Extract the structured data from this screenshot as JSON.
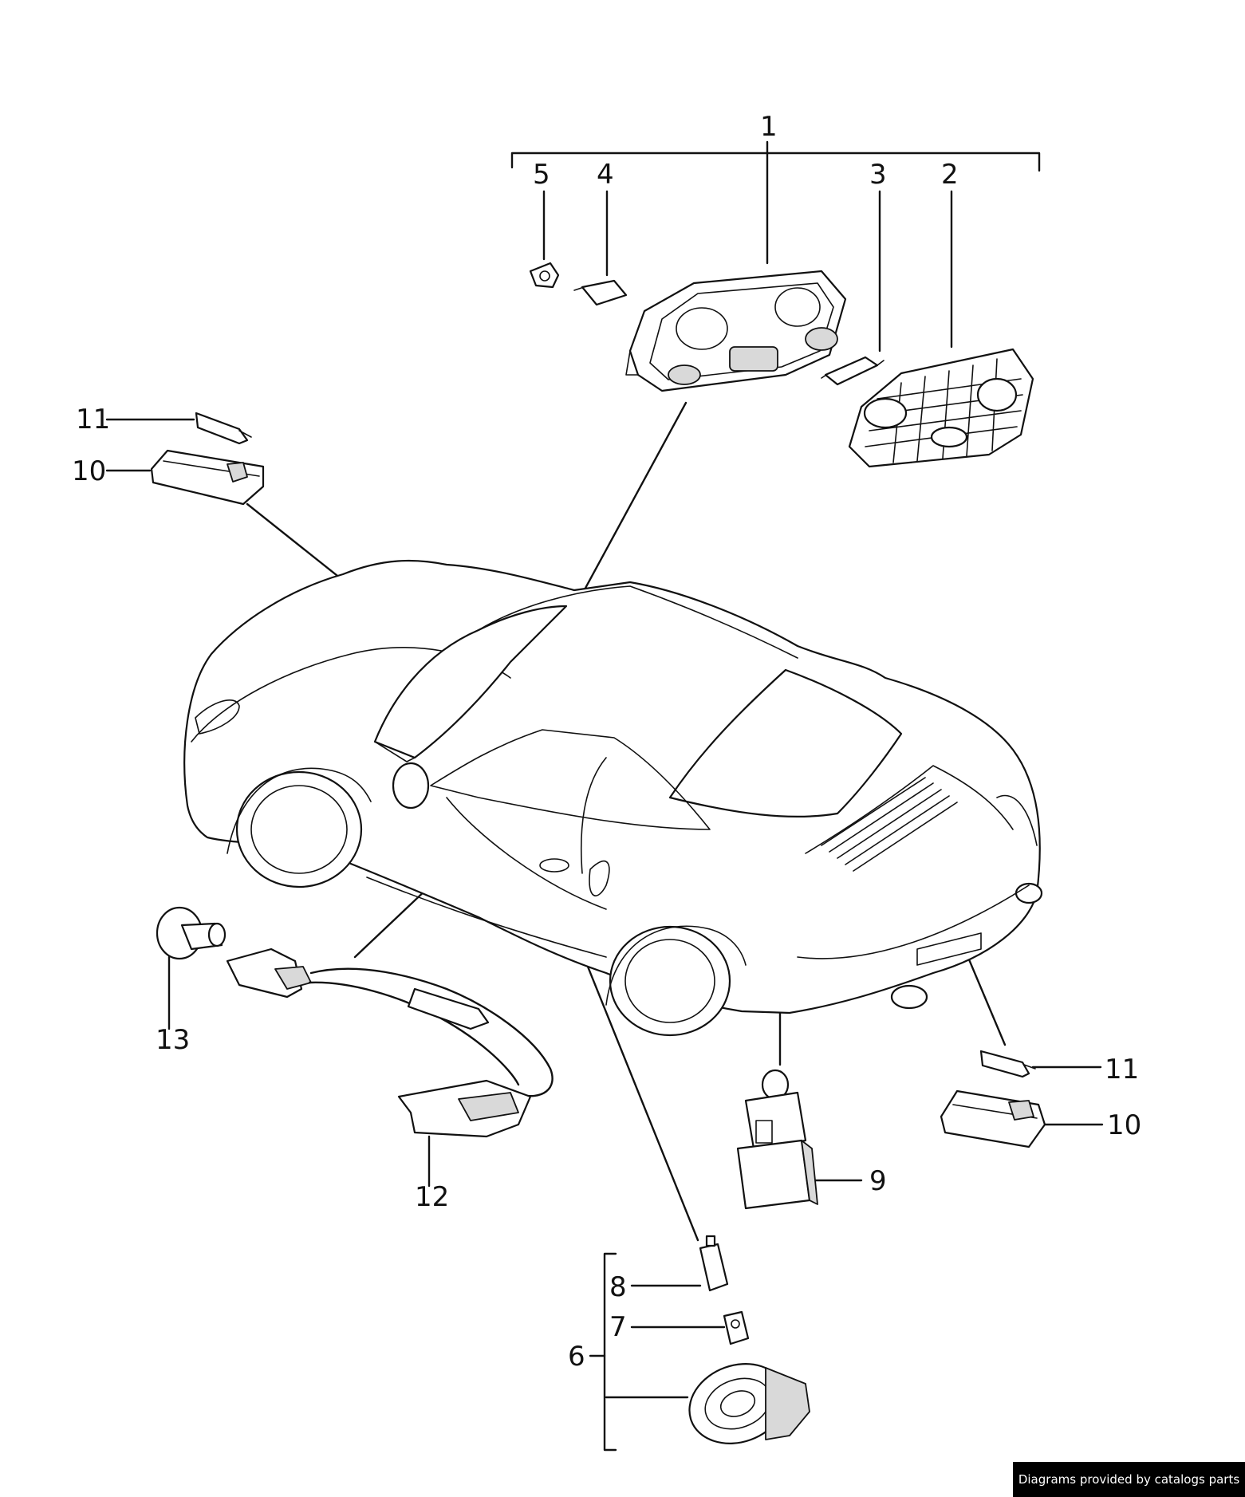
{
  "callouts": {
    "c1": "1",
    "c2": "2",
    "c3": "3",
    "c4": "4",
    "c5": "5",
    "c6": "6",
    "c7": "7",
    "c8": "8",
    "c9": "9",
    "c10_left": "10",
    "c10_right": "10",
    "c11_left": "11",
    "c11_right": "11",
    "c12": "12",
    "c13": "13"
  },
  "footer": {
    "credit": "Diagrams provided by catalogs parts"
  }
}
